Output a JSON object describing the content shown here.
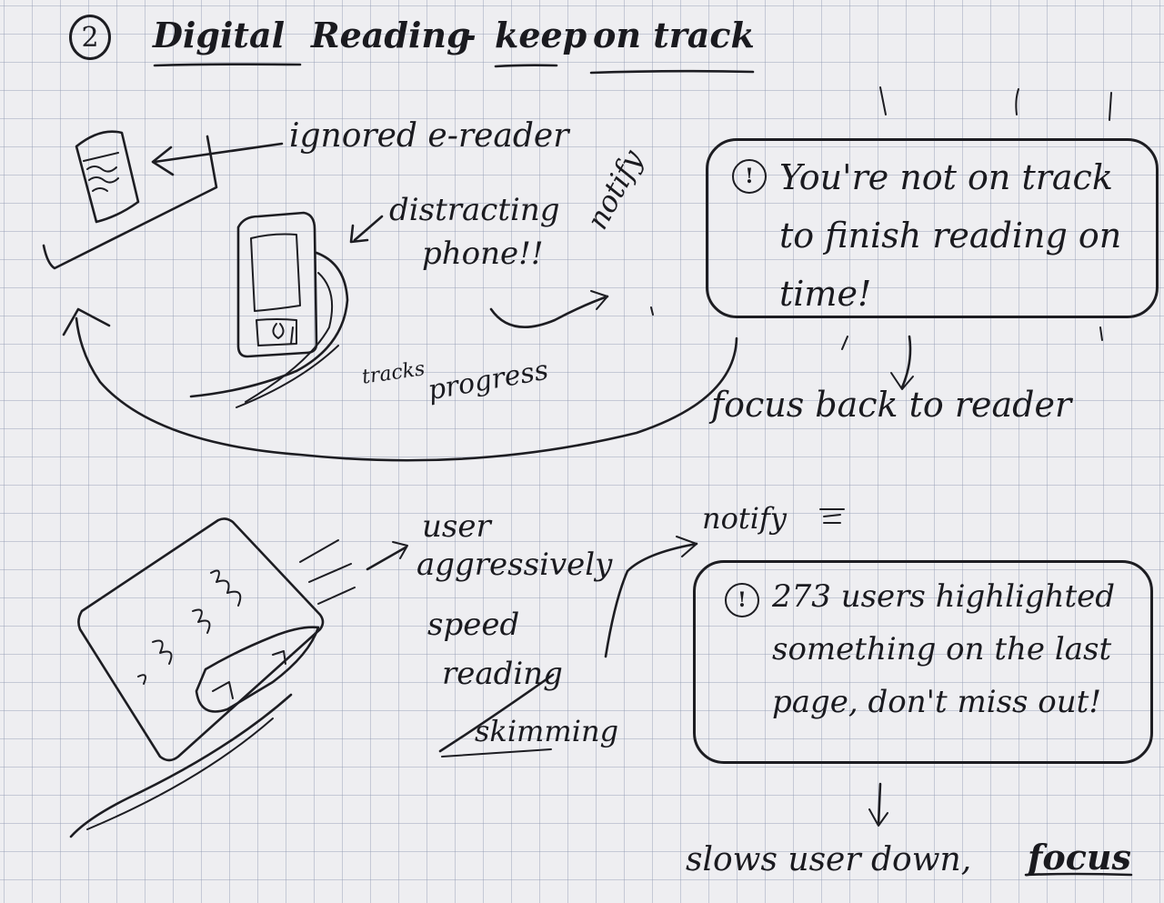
{
  "header": {
    "step_number": "2",
    "title_part1": "Digital",
    "title_part2": "Reading",
    "title_dash": "-",
    "title_part3": "keep",
    "title_part4": "on track"
  },
  "scenario1": {
    "ereader_label": "ignored e-reader",
    "phone_label_line1": "distracting",
    "phone_label_line2": "phone!!",
    "tracks_progress_line1": "tracks",
    "tracks_progress_line2": "progress",
    "notify_label": "notify",
    "notification_icon": "!",
    "notification_text": "You're not on track to finish reading on time!",
    "outcome": "focus back to reader"
  },
  "scenario2": {
    "user_label_line1": "user",
    "user_label_line2": "aggressively",
    "user_label_line3": "speed",
    "user_label_line4": "reading",
    "user_label_line5": "skimming",
    "notify_label": "notify",
    "notification_icon": "!",
    "notification_text": "273 users highlighted something on the last page, don't miss out!",
    "outcome_part1": "slows user down,",
    "outcome_part2": "focus"
  }
}
